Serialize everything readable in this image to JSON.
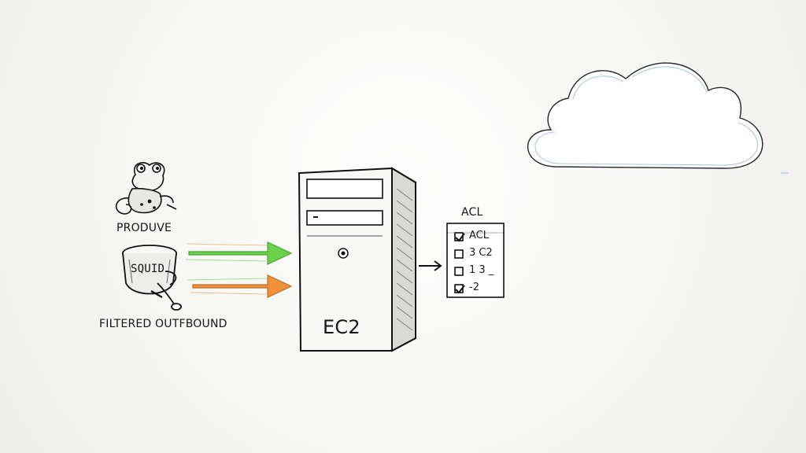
{
  "labels": {
    "top_left_caption": "PRODUVE",
    "squid_label": "SQUID",
    "filter_caption": "FILTERED OUTFBOUND",
    "server_label": "EC2",
    "acl_title": "ACL"
  },
  "acl_list": {
    "items": [
      {
        "text": "ACL",
        "checked": true
      },
      {
        "text": "3 C2",
        "checked": false
      },
      {
        "text": "1 3 _",
        "checked": false
      },
      {
        "text": "-2",
        "checked": true
      }
    ]
  },
  "colors": {
    "arrow_green": "#5fcf3c",
    "arrow_orange": "#f08a2a",
    "ink": "#111111",
    "cloud_blue": "#9fc5e8"
  },
  "icons": {
    "frog": "frog-mascot-icon",
    "bucket": "bucket-icon",
    "cloud": "cloud-icon",
    "server": "server-tower-icon"
  }
}
